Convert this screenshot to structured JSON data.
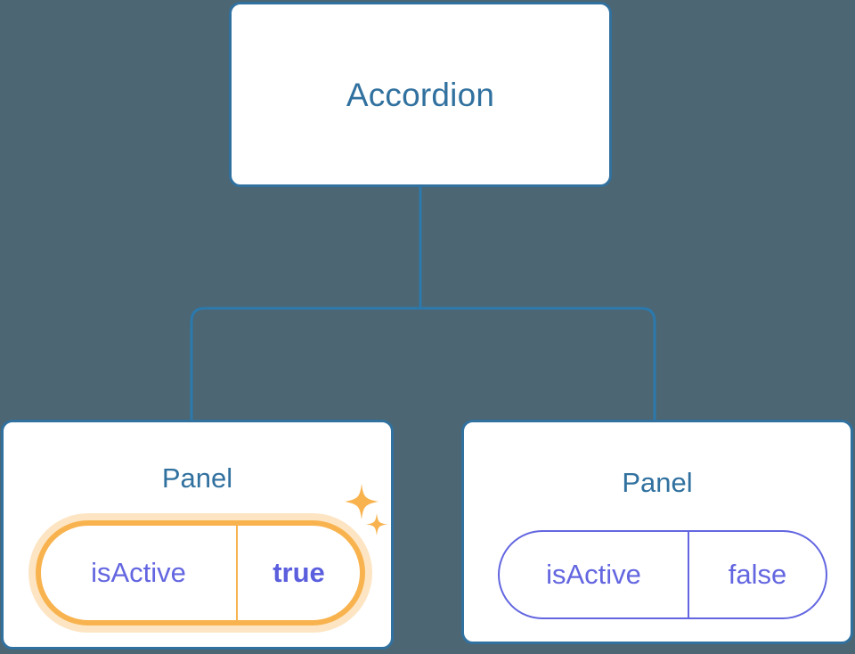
{
  "diagram": {
    "type": "component-tree",
    "background_color": "#4c6673",
    "connector_color": "#2b79ad"
  },
  "root": {
    "title": "Accordion",
    "title_color": "#31719f",
    "border_color": "#31719f",
    "background_color": "#ffffff"
  },
  "children": [
    {
      "title": "Panel",
      "highlighted": true,
      "prop": {
        "key": "isActive",
        "value": "true",
        "key_color": "#6366e0",
        "value_color": "#5b5fdd",
        "border_color": "#f8b34f",
        "glow_color": "#fbdeb0"
      },
      "sparkle": {
        "large_icon": "sparkle-icon",
        "small_icon": "sparkle-icon",
        "color": "#f8b34f"
      }
    },
    {
      "title": "Panel",
      "highlighted": false,
      "prop": {
        "key": "isActive",
        "value": "false",
        "key_color": "#6366e0",
        "value_color": "#6366e0",
        "border_color": "#6366e0"
      }
    }
  ]
}
